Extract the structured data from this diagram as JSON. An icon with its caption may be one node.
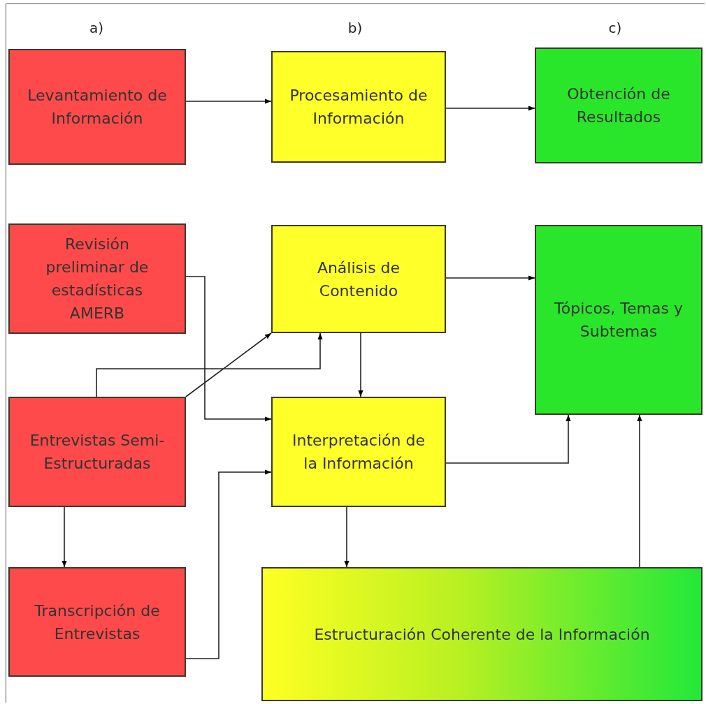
{
  "diagram": {
    "nodes": [
      {
        "text": [
          "Levantamiento de Información"
        ]
      },
      {
        "text": [
          "Procesamiento de Información"
        ]
      },
      {
        "text": [
          "Obtención de Resultados"
        ]
      },
      {
        "text": [
          "Revisión preliminar de estadísticas AMERB"
        ]
      },
      {
        "text": [
          "Análisis de Contenido"
        ]
      },
      {
        "text": [
          "Tópicos, Temas y Subtemas"
        ]
      },
      {
        "text": [
          "Entrevistas Semi-Estructuradas"
        ]
      },
      {
        "text": [
          "Interpretación de la Información"
        ]
      },
      {
        "text": [
          "Transcripción de Entrevistas"
        ]
      },
      {
        "text": [
          "Estructuración Coherente de la Información"
        ]
      }
    ],
    "edges": [
      {
        "from": 0,
        "to": 1,
        "arrow": "to"
      },
      {
        "from": 1,
        "to": 2,
        "arrow": "to"
      },
      {
        "from": 4,
        "to": 5,
        "arrow": "to"
      },
      {
        "from": 3,
        "to": 7,
        "arrow": "to"
      },
      {
        "from": 6,
        "to": 4,
        "arrow": "to"
      },
      {
        "from": 6,
        "to": 4,
        "arrow": "to"
      },
      {
        "from": 4,
        "to": 7,
        "arrow": "to"
      },
      {
        "from": 7,
        "to": 5,
        "arrow": "to"
      },
      {
        "from": 6,
        "to": 8,
        "arrow": "to"
      },
      {
        "from": 8,
        "to": 7,
        "arrow": "to"
      },
      {
        "from": 7,
        "to": 9,
        "arrow": "to"
      },
      {
        "from": 9,
        "to": 5,
        "arrow": "to"
      }
    ],
    "labels": [
      "a)",
      "b)",
      "c)"
    ]
  }
}
